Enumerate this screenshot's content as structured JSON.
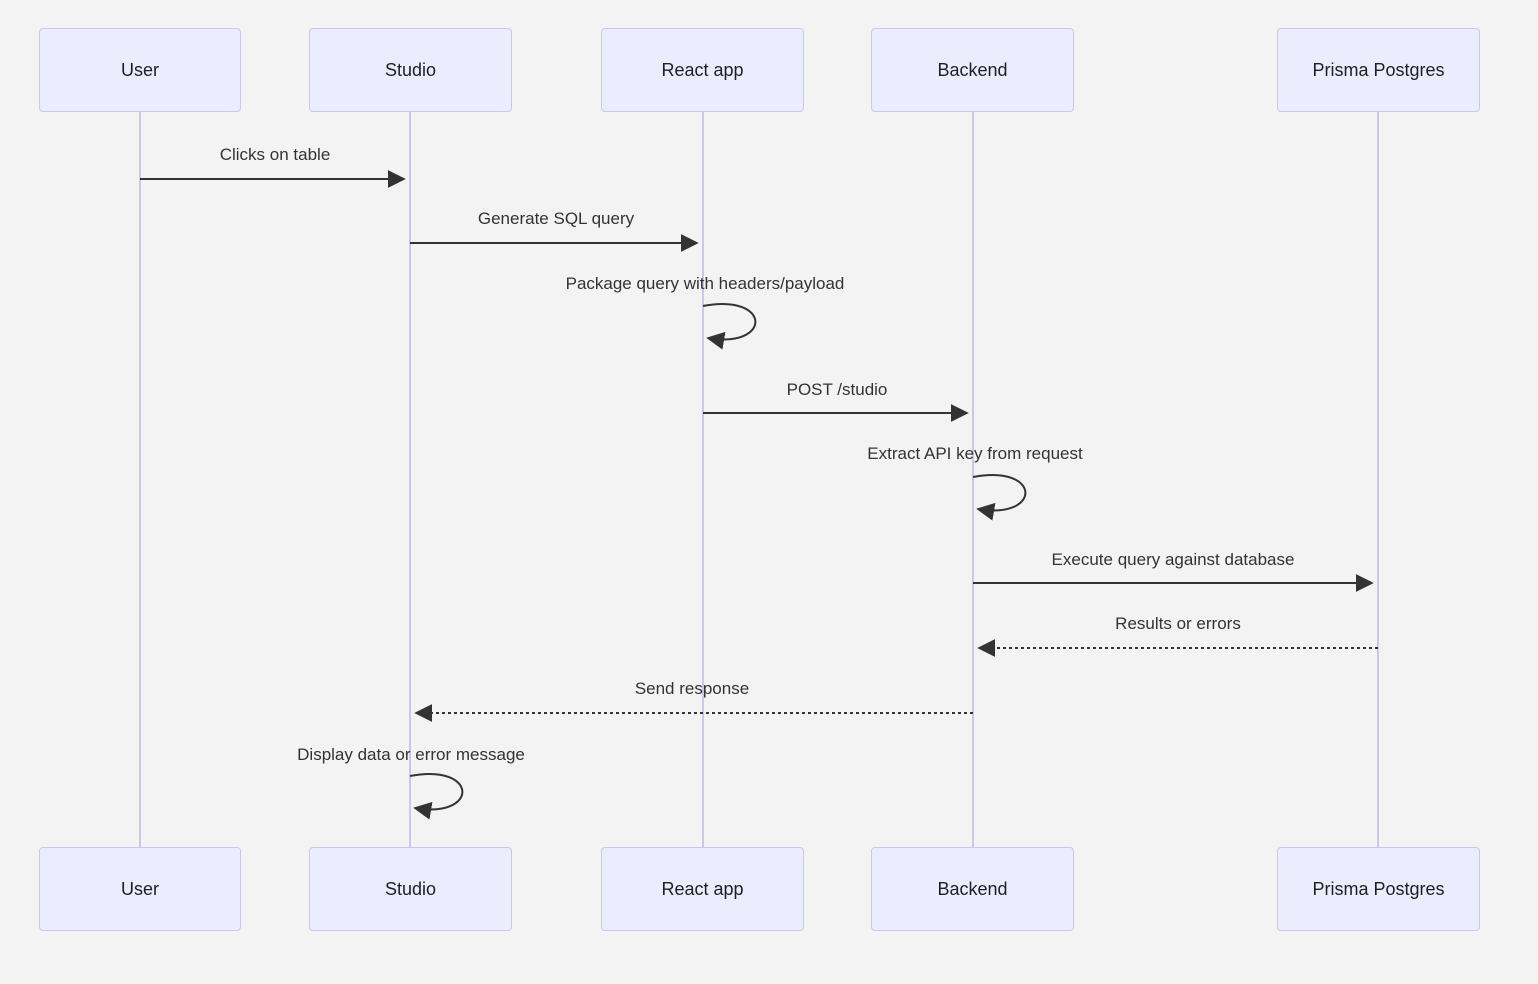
{
  "diagram": {
    "type": "sequence-diagram",
    "colors": {
      "background": "#f4f3f4",
      "actor_fill": "#ececff",
      "actor_border": "#cdc5ec",
      "lifeline": "#cdc5ec",
      "arrow": "#333333",
      "text": "#333333"
    },
    "actors": [
      {
        "name": "User"
      },
      {
        "name": "Studio"
      },
      {
        "name": "React app"
      },
      {
        "name": "Backend"
      },
      {
        "name": "Prisma Postgres"
      }
    ],
    "messages": [
      {
        "from": "User",
        "to": "Studio",
        "label": "Clicks on table",
        "style": "solid"
      },
      {
        "from": "Studio",
        "to": "React app",
        "label": "Generate SQL query",
        "style": "solid"
      },
      {
        "from": "React app",
        "to": "React app",
        "label": "Package query with headers/payload",
        "style": "self"
      },
      {
        "from": "React app",
        "to": "Backend",
        "label": "POST /studio",
        "style": "solid"
      },
      {
        "from": "Backend",
        "to": "Backend",
        "label": "Extract API key from request",
        "style": "self"
      },
      {
        "from": "Backend",
        "to": "Prisma Postgres",
        "label": "Execute query against database",
        "style": "solid"
      },
      {
        "from": "Prisma Postgres",
        "to": "Backend",
        "label": "Results or errors",
        "style": "dashed"
      },
      {
        "from": "Backend",
        "to": "Studio",
        "label": "Send response",
        "style": "dashed"
      },
      {
        "from": "Studio",
        "to": "Studio",
        "label": "Display data or error message",
        "style": "self"
      }
    ]
  }
}
